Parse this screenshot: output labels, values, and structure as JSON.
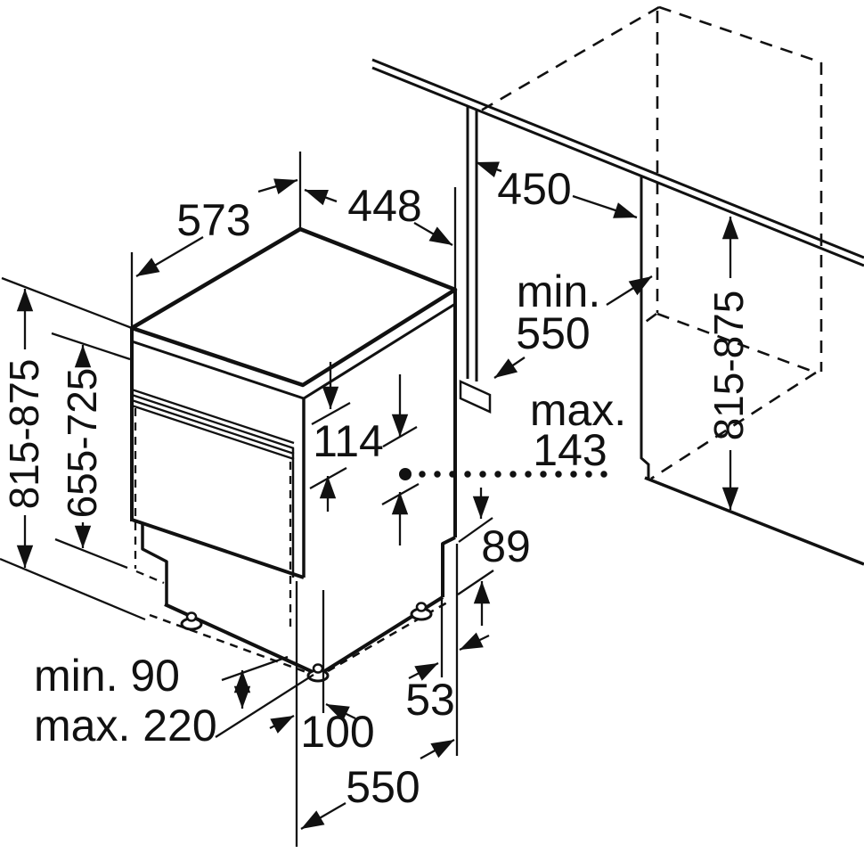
{
  "diagram": {
    "type": "appliance-installation-drawing",
    "background": "#ffffff",
    "line_color": "#111111",
    "labels": {
      "top_width": "573",
      "top_depth": "448",
      "niche_width": "450",
      "niche_depth_min_word": "min.",
      "niche_depth_value": "550",
      "door_clearance_max_word": "max.",
      "door_clearance_value": "143",
      "control_panel_height": "114",
      "door_step_height": "89",
      "height_left": "815-875",
      "door_panel_height": "655-725",
      "height_right": "815-875",
      "plinth_min": "min. 90",
      "plinth_max": "max. 220",
      "foot_setback": "100",
      "rear_foot_gap": "53",
      "appliance_depth": "550"
    }
  }
}
